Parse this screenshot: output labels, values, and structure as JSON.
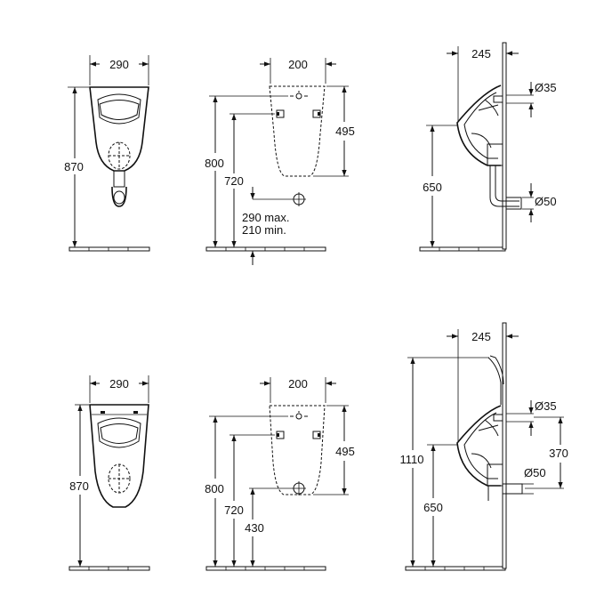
{
  "top": {
    "front_width": "290",
    "front_height": "870",
    "rear_width": "200",
    "rear_height": "495",
    "mount_800": "800",
    "mount_720": "720",
    "pipe_max": "290 max.",
    "pipe_min": "210 min.",
    "side_depth": "245",
    "inlet_dia": "Ø35",
    "outlet_dia": "Ø50",
    "rim_height": "650"
  },
  "bottom": {
    "front_width": "290",
    "front_height": "870",
    "rear_width": "200",
    "rear_height": "495",
    "mount_800": "800",
    "mount_720": "720",
    "drain_height": "430",
    "side_depth": "245",
    "total_height": "1110",
    "inlet_dia": "Ø35",
    "inlet_span": "370",
    "outlet_dia": "Ø50",
    "rim_height": "650"
  }
}
